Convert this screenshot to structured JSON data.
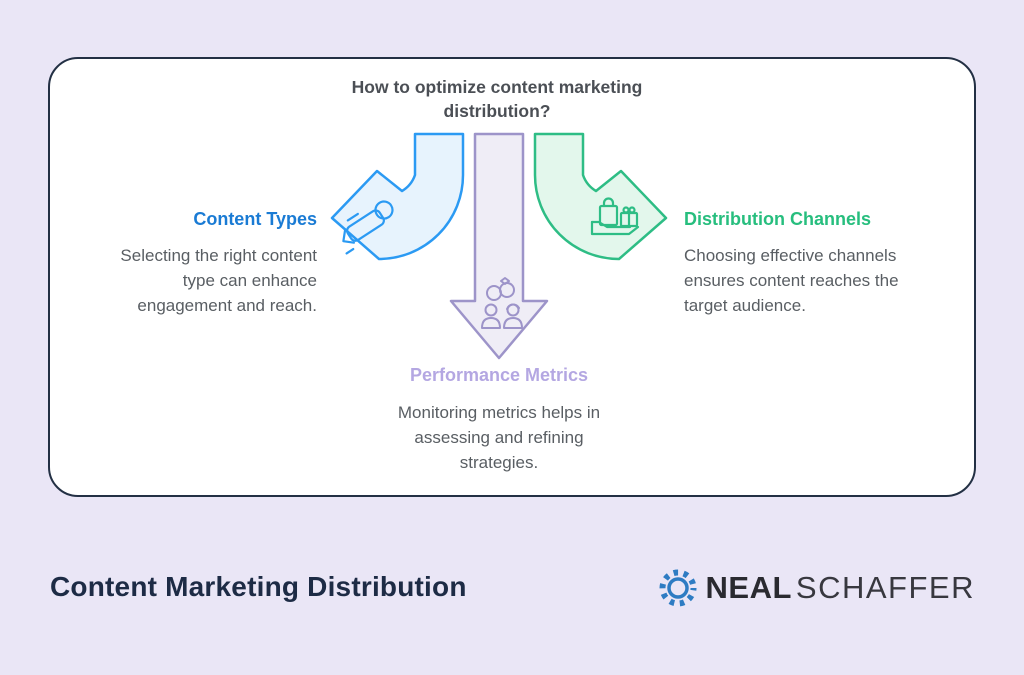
{
  "card": {
    "title_lines": [
      "How to optimize content marketing",
      "distribution?"
    ],
    "branches": {
      "left": {
        "label": "Content Types",
        "description": "Selecting the right content type can enhance engagement and reach.",
        "accent": "#1A7BD4",
        "arrow_fill": "#E7F3FD",
        "arrow_stroke": "#2B9AF3",
        "icon": "pen-icon"
      },
      "center": {
        "label": "Performance Metrics",
        "description": "Monitoring metrics helps in assessing and refining strategies.",
        "accent": "#B4A7E2",
        "arrow_fill": "#EFEDF6",
        "arrow_stroke": "#9D94C9",
        "icon": "people-connection-icon"
      },
      "right": {
        "label": "Distribution Channels",
        "description": "Choosing effective channels ensures content reaches the target audience.",
        "accent": "#27BE7E",
        "arrow_fill": "#E3F7EC",
        "arrow_stroke": "#2EBD85",
        "icon": "shopping-hand-icon"
      }
    }
  },
  "footer": {
    "heading": "Content Marketing Distribution",
    "brand_bold": "NEAL",
    "brand_light": "SCHAFFER",
    "brand_icon": "chip-ring-icon"
  },
  "colors": {
    "page_bg": "#EAE6F6",
    "card_bg": "#FFFFFF",
    "card_border": "#233044",
    "title_text": "#4B4F55",
    "body_text": "#595E63",
    "footer_heading": "#1D2B45",
    "logo_blue": "#2E7CC3"
  }
}
